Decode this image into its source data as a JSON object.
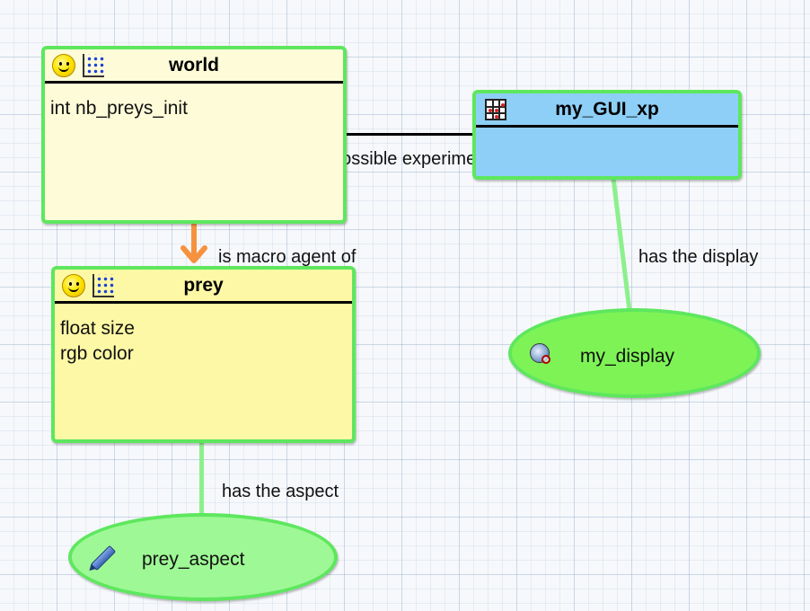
{
  "colors": {
    "agent_fill_world": "#fefcd8",
    "agent_fill_prey": "#fdf8a5",
    "experiment_fill": "#8ecff7",
    "display_fill": "#7ef356",
    "aspect_fill": "#9ef895",
    "node_border": "#5ee75e",
    "link_green": "#8cf08c",
    "macro_arrow": "#f6923e",
    "experiment_link": "#000000"
  },
  "nodes": {
    "world": {
      "title": "world",
      "icons": [
        "smile-icon",
        "grid-dots-icon"
      ],
      "attributes": [
        "int nb_preys_init"
      ]
    },
    "prey": {
      "title": "prey",
      "icons": [
        "smile-icon",
        "grid-dots-icon"
      ],
      "attributes": [
        "float size",
        "rgb color"
      ]
    },
    "my_gui_xp": {
      "title": "my_GUI_xp",
      "icons": [
        "abacus-icon"
      ],
      "attributes": []
    },
    "my_display": {
      "label": "my_display",
      "icon": "display-icon"
    },
    "prey_aspect": {
      "label": "prey_aspect",
      "icon": "pencil-icon"
    }
  },
  "links": {
    "possible_experiment": "possible experiment",
    "macro_agent": "is macro agent of",
    "has_display": "has the display",
    "has_aspect": "has the aspect"
  }
}
